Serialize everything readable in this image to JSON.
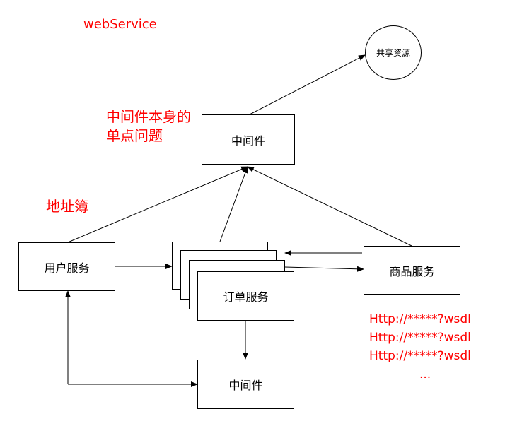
{
  "title": "webService",
  "notes": {
    "single_point_line1": "中间件本身的",
    "single_point_line2": "单点问题",
    "address_book": "地址簿"
  },
  "nodes": {
    "shared_resource": "共享资源",
    "middleware_top": "中间件",
    "user_service": "用户服务",
    "order_service": "订单服务",
    "product_service": "商品服务",
    "middleware_bottom": "中间件"
  },
  "urls": [
    "Http://*****?wsdl",
    "Http://*****?wsdl",
    "Http://*****?wsdl",
    "..."
  ],
  "colors": {
    "annotation": "#ff0000",
    "line": "#000000"
  }
}
